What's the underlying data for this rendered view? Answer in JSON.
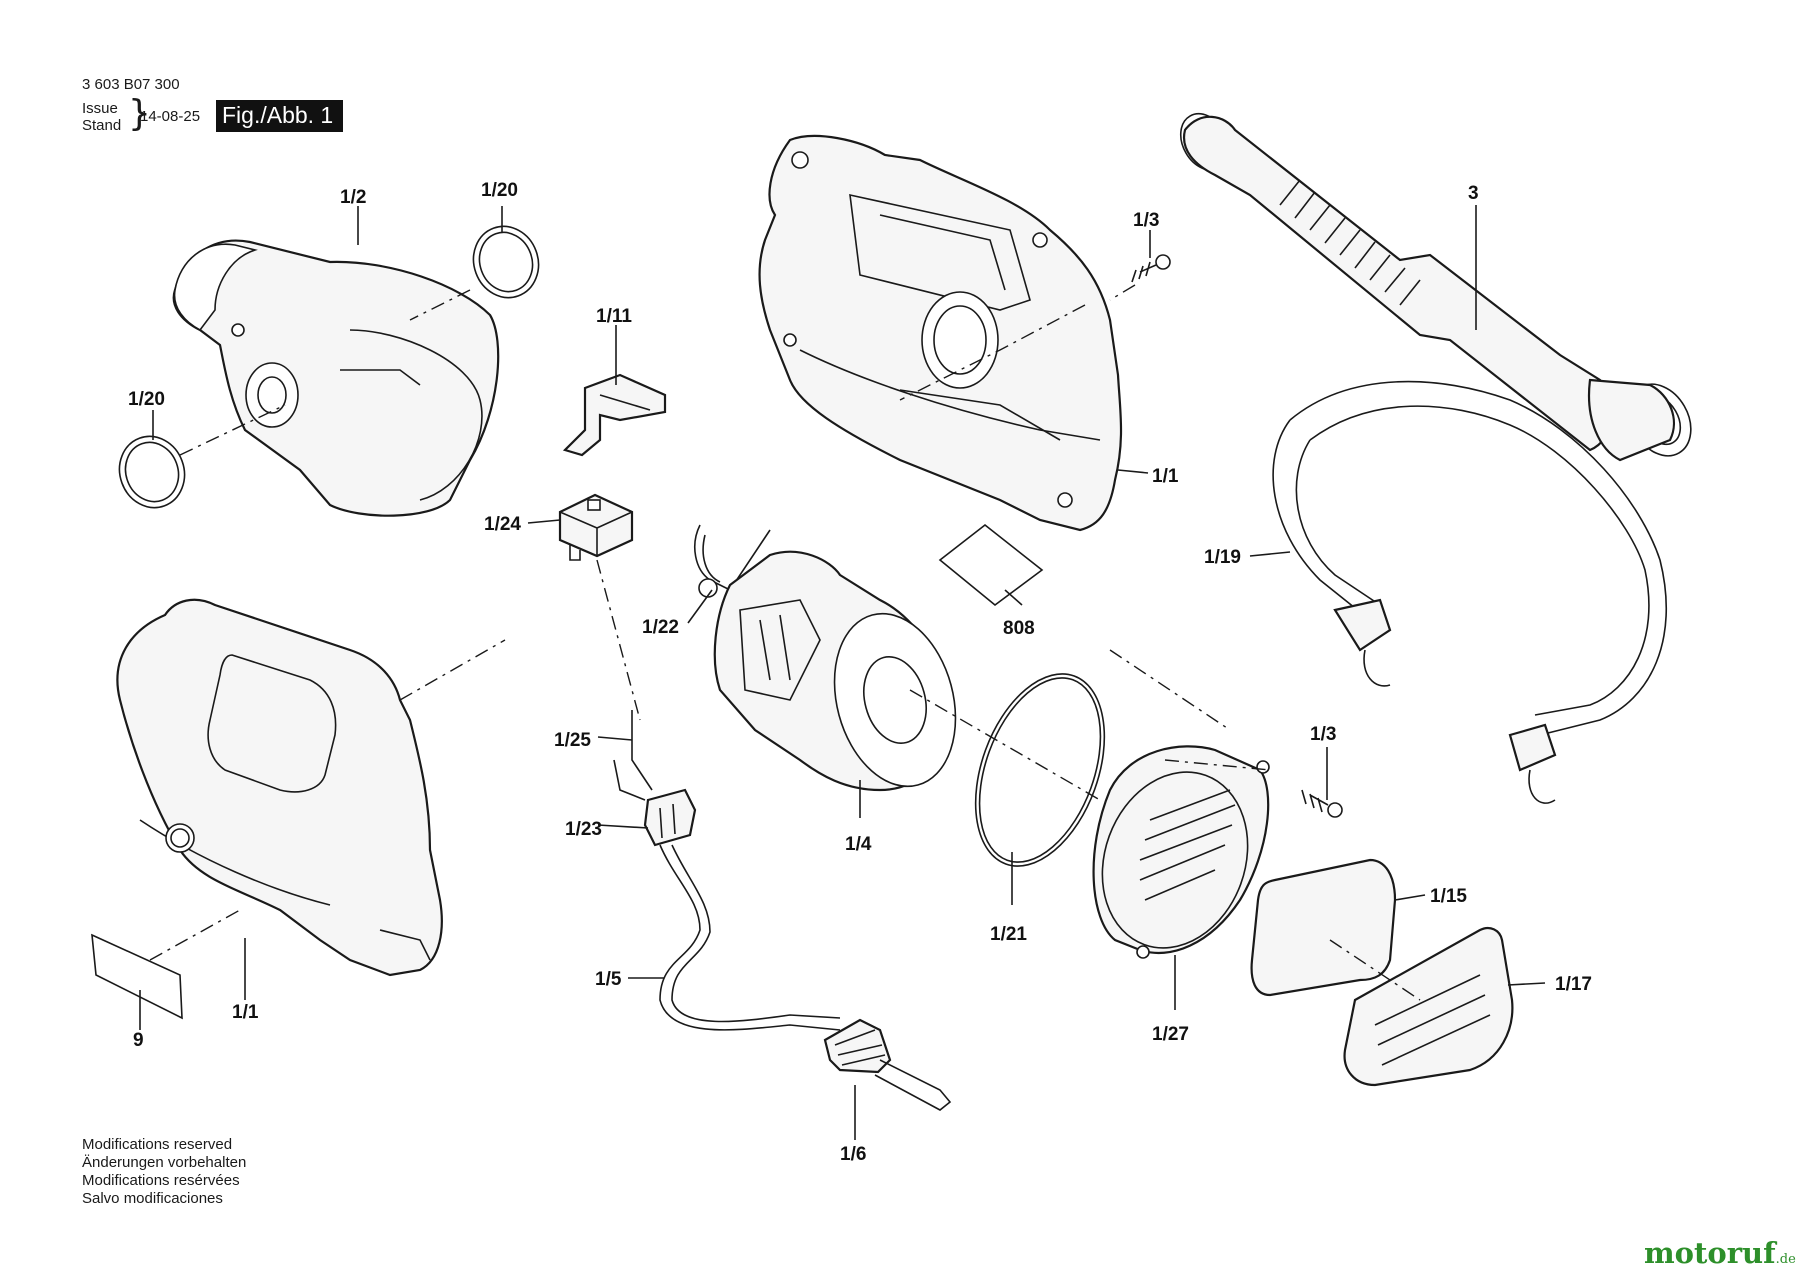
{
  "header": {
    "doc_number": "3 603 B07 300",
    "issue_label": "Issue",
    "stand_label": "Stand",
    "date": "14-08-25",
    "figure_label": "Fig./Abb. 1"
  },
  "parts": [
    {
      "id": "p-1-2",
      "label": "1/2"
    },
    {
      "id": "p-1-20a",
      "label": "1/20"
    },
    {
      "id": "p-1-20b",
      "label": "1/20"
    },
    {
      "id": "p-1-11",
      "label": "1/11"
    },
    {
      "id": "p-1-24",
      "label": "1/24"
    },
    {
      "id": "p-1-1a",
      "label": "1/1"
    },
    {
      "id": "p-1-1b",
      "label": "1/1"
    },
    {
      "id": "p-9",
      "label": "9"
    },
    {
      "id": "p-1-3a",
      "label": "1/3"
    },
    {
      "id": "p-1-3b",
      "label": "1/3"
    },
    {
      "id": "p-3",
      "label": "3"
    },
    {
      "id": "p-1-19",
      "label": "1/19"
    },
    {
      "id": "p-1-22",
      "label": "1/22"
    },
    {
      "id": "p-808",
      "label": "808"
    },
    {
      "id": "p-1-25",
      "label": "1/25"
    },
    {
      "id": "p-1-23",
      "label": "1/23"
    },
    {
      "id": "p-1-4",
      "label": "1/4"
    },
    {
      "id": "p-1-21",
      "label": "1/21"
    },
    {
      "id": "p-1-27",
      "label": "1/27"
    },
    {
      "id": "p-1-15",
      "label": "1/15"
    },
    {
      "id": "p-1-17",
      "label": "1/17"
    },
    {
      "id": "p-1-5",
      "label": "1/5"
    },
    {
      "id": "p-1-6",
      "label": "1/6"
    }
  ],
  "footer": {
    "modifications": [
      "Modifications reserved",
      "Änderungen vorbehalten",
      "Modifications resérvées",
      "Salvo modificaciones"
    ]
  },
  "brand": {
    "name_main": "motoruf",
    "tld": ".de"
  }
}
